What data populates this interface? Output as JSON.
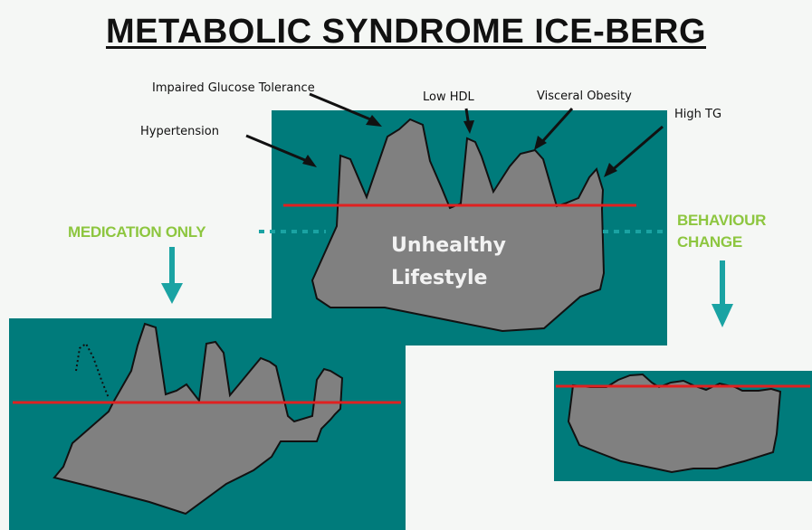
{
  "title": "METABOLIC SYNDROME ICE-BERG",
  "labels": {
    "impaired_glucose_tolerance": "Impaired Glucose Tolerance",
    "low_hdl": "Low HDL",
    "visceral_obesity": "Visceral Obesity",
    "high_tg": "High TG",
    "hypertension": "Hypertension"
  },
  "medication_only": "MEDICATION ONLY",
  "behaviour_change": [
    "BEHAVIOUR",
    "CHANGE"
  ],
  "core_text": [
    "Unhealthy",
    "Lifestyle"
  ],
  "colors": {
    "water": "#007b7b",
    "ice": "#808080",
    "waterline": "#e02020",
    "arrow": "#1aa3a3",
    "label_green": "#8dc63f"
  }
}
